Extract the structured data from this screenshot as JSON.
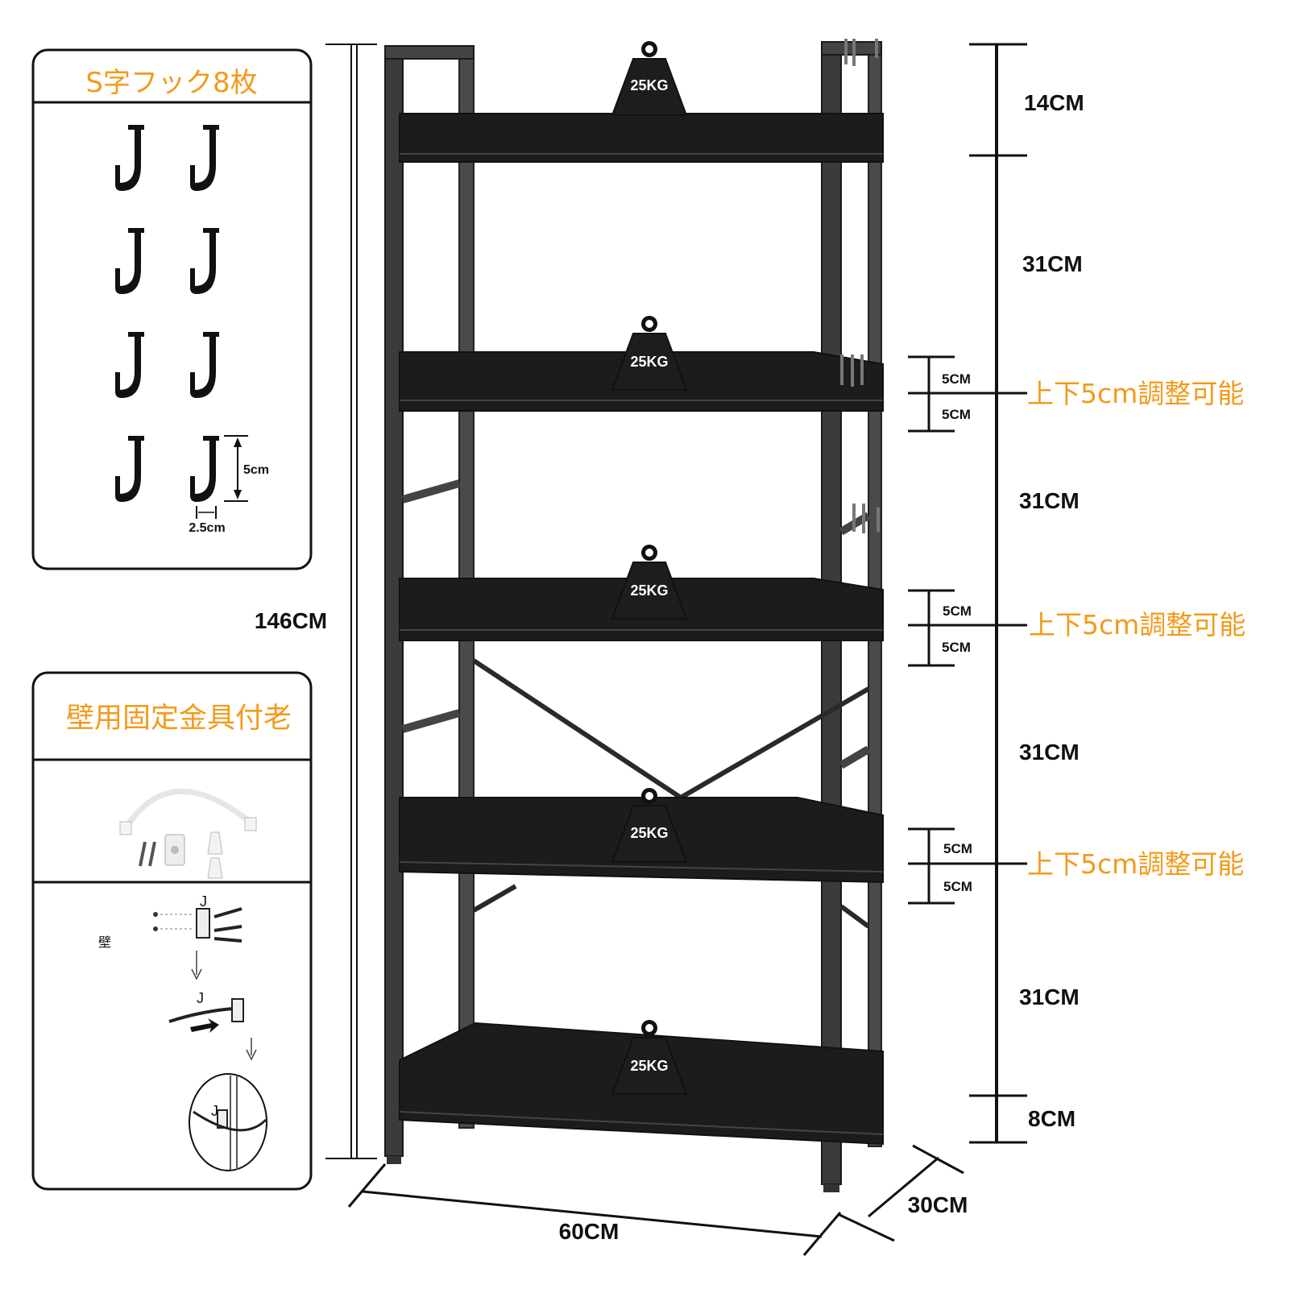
{
  "hooks_panel": {
    "title": "S字フック8枚",
    "hook_height": "5cm",
    "hook_width": "2.5cm"
  },
  "wall_panel": {
    "title": "壁用固定金具付老",
    "wall_label": "壁",
    "step_label_1": "J",
    "step_label_2": "J",
    "step_label_3": "J"
  },
  "dimensions": {
    "total_height": "146CM",
    "width": "60CM",
    "depth": "30CM",
    "top_gap": "14CM",
    "gap_1": "31CM",
    "gap_2": "31CM",
    "gap_3": "31CM",
    "gap_4": "31CM",
    "bottom_gap": "8CM",
    "adjust_up_1": "5CM",
    "adjust_down_1": "5CM",
    "adjust_up_2": "5CM",
    "adjust_down_2": "5CM",
    "adjust_up_3": "5CM",
    "adjust_down_3": "5CM"
  },
  "adjust_note_1": "上下5cm調整可能",
  "adjust_note_2": "上下5cm調整可能",
  "adjust_note_3": "上下5cm調整可能",
  "shelf_loads": [
    "25KG",
    "25KG",
    "25KG",
    "25KG",
    "25KG"
  ],
  "colors": {
    "accent": "#f39a1a",
    "shelf": "#1c1c1c",
    "frame": "#3a3a3a"
  }
}
